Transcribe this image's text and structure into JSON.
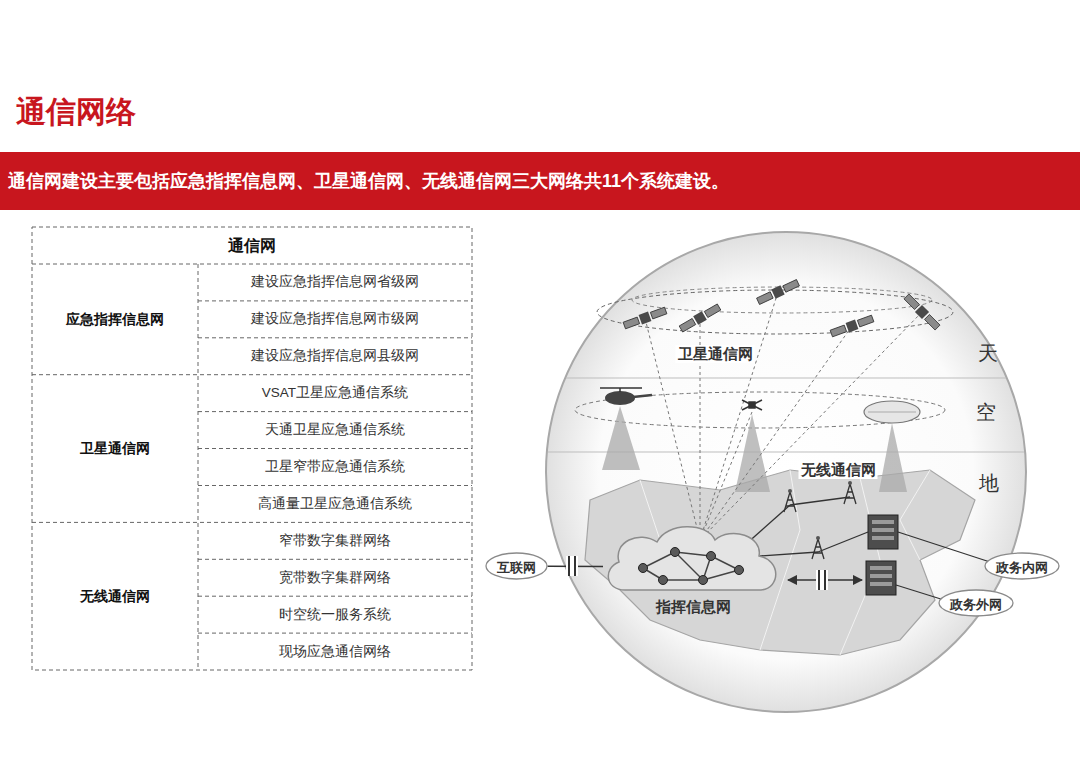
{
  "diagram": {
    "title": "通信网络",
    "nodes": [
      {
        "text": [
          "通信网建设主要包括应急指挥信息网、卫星通信网、无线通信网三大网络共11个系统建设。"
        ]
      },
      {
        "text": [
          "互联网"
        ]
      },
      {
        "text": [
          "政务内网"
        ]
      },
      {
        "text": [
          "政务外网"
        ]
      },
      {
        "text": [
          "指挥信息网"
        ]
      }
    ],
    "edges": [
      {
        "from": 1,
        "to": 4,
        "arrow": "none"
      }
    ],
    "labels": [
      "通信网",
      "应急指挥信息网",
      "建设应急指挥信息网省级网",
      "建设应急指挥信息网市级网",
      "建设应急指挥信息网县级网",
      "卫星通信网",
      "VSAT卫星应急通信系统",
      "天通卫星应急通信系统",
      "卫星窄带应急通信系统",
      "高通量卫星应急通信系统",
      "无线通信网",
      "窄带数字集群网络",
      "宽带数字集群网络",
      "时空统一服务系统",
      "现场应急通信网络",
      "卫星通信网",
      "天",
      "空",
      "无线通信网",
      "地"
    ]
  }
}
